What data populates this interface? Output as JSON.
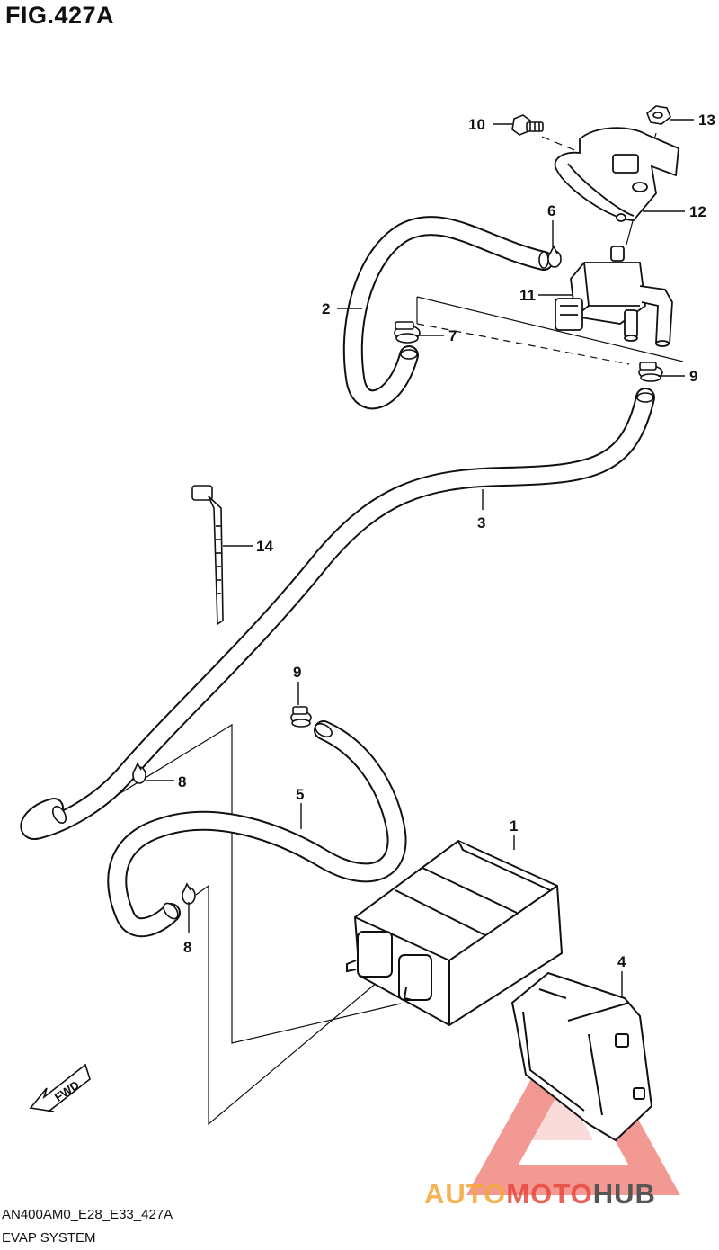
{
  "figure": {
    "title": "FIG.427A",
    "code": "AN400AM0_E28_E33_427A",
    "name": "EVAP SYSTEM"
  },
  "callouts": {
    "c1": "1",
    "c2": "2",
    "c3": "3",
    "c4": "4",
    "c5": "5",
    "c6": "6",
    "c7": "7",
    "c8a": "8",
    "c8b": "8",
    "c9a": "9",
    "c9b": "9",
    "c10": "10",
    "c11": "11",
    "c12": "12",
    "c13": "13",
    "c14": "14"
  },
  "direction_marker": {
    "label": "FWD"
  },
  "watermark": {
    "word_a": "AUTO",
    "word_b": "MOTO",
    "word_c": "HUB",
    "color_a": "#f4a636",
    "color_b": "#e8463c",
    "color_c": "#555555"
  },
  "colors": {
    "line": "#111111",
    "background": "#ffffff"
  }
}
